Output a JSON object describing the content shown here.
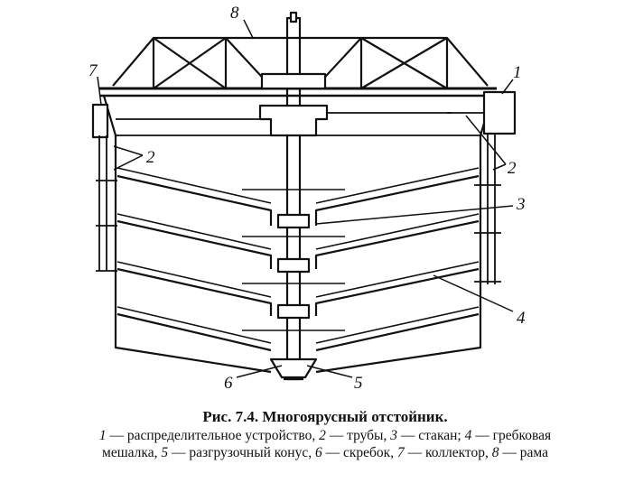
{
  "figure": {
    "labels": [
      "1",
      "2",
      "2",
      "3",
      "4",
      "5",
      "6",
      "7",
      "8"
    ]
  },
  "caption": {
    "title": "Рис. 7.4. Многоярусный отстойник.",
    "legend": [
      {
        "num": "1",
        "text": "распределительное устройство"
      },
      {
        "num": "2",
        "text": "трубы"
      },
      {
        "num": "3",
        "text": "стакан"
      },
      {
        "num": "4",
        "text": "гребковая мешалка"
      },
      {
        "num": "5",
        "text": "разгрузочный конус"
      },
      {
        "num": "6",
        "text": "скребок"
      },
      {
        "num": "7",
        "text": "коллектор"
      },
      {
        "num": "8",
        "text": "рама"
      }
    ]
  }
}
